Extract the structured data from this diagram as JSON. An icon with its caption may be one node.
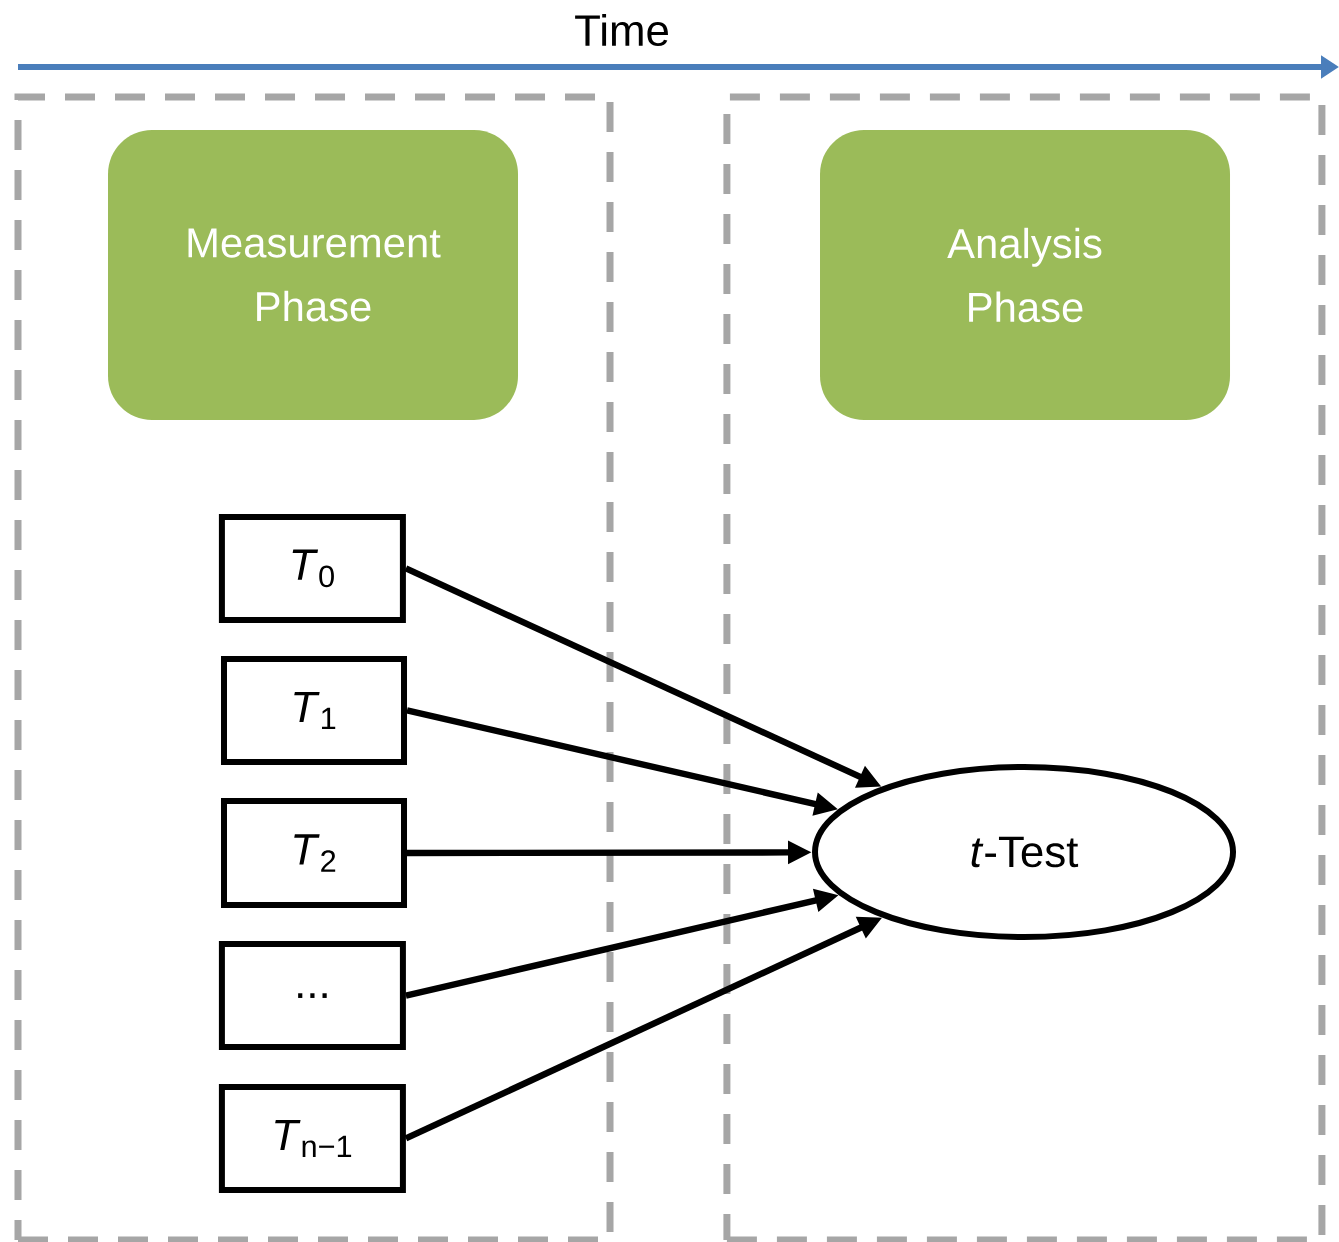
{
  "diagram": {
    "nodes": [
      {
        "text": [],
        "shape": "box"
      },
      {
        "text": [],
        "shape": "box"
      },
      {
        "text": [
          "Measurement Phase"
        ],
        "in": 0
      },
      {
        "text": [
          "Analysis Phase"
        ],
        "in": 1
      },
      {
        "text": [
          "*T*$_{0}$"
        ],
        "in": 0
      },
      {
        "text": [
          "*T*$_{1}$"
        ],
        "in": 0
      },
      {
        "text": [
          "*T*$_{2}$"
        ],
        "in": 0
      },
      {
        "text": [
          "..."
        ],
        "in": 0
      },
      {
        "text": [
          "*T*$_{n−1}$"
        ],
        "in": 0
      },
      {
        "text": [
          "*t*-Test"
        ],
        "in": 1
      }
    ],
    "edges": [
      {
        "from": 4,
        "to": 9,
        "arrow": "to"
      },
      {
        "from": 5,
        "to": 9,
        "arrow": "to"
      },
      {
        "from": 6,
        "to": 9,
        "arrow": "to"
      },
      {
        "from": 7,
        "to": 9,
        "arrow": "to"
      },
      {
        "from": 8,
        "to": 9,
        "arrow": "to"
      }
    ],
    "labels": [
      "Time"
    ]
  }
}
